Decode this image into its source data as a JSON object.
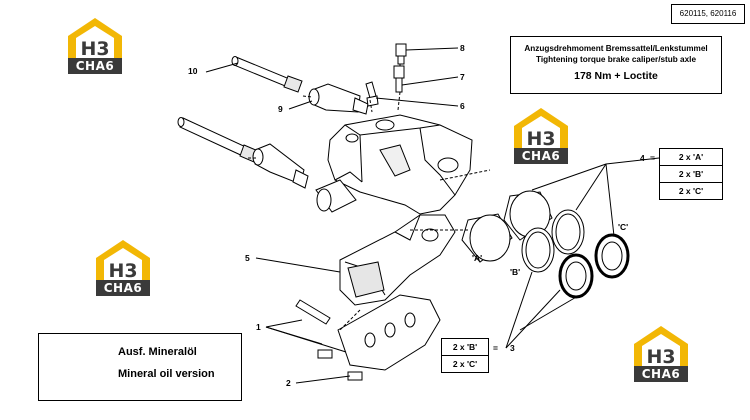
{
  "document": {
    "model_ref": "620115, 620116"
  },
  "torque": {
    "line_de": "Anzugsdrehmoment Bremssattel/Lenkstummel",
    "line_en": "Tightening torque brake caliper/stub axle",
    "value": "178 Nm + Loctite"
  },
  "warning": {
    "line_de": "Ausf. Mineralöl",
    "line_en": "Mineral oil version"
  },
  "callouts": {
    "n1": "1",
    "n2": "2",
    "n3": "3",
    "n4": "4",
    "n5": "5",
    "n6": "6",
    "n7": "7",
    "n8": "8",
    "n9": "9",
    "n10": "10",
    "eq4": "=",
    "eq3": "=",
    "label_a": "'A'",
    "label_b": "'B'",
    "label_c": "'C'"
  },
  "table_4": [
    "2 x 'A'",
    "2 x 'B'",
    "2 x 'C'"
  ],
  "table_3": [
    "2 x 'B'",
    "2 x 'C'"
  ],
  "logo": {
    "letters": "H3",
    "text": "CHA6"
  },
  "colors": {
    "logo_yellow": "#f2b705",
    "logo_dark": "#3a3a3a",
    "line": "#000000"
  }
}
